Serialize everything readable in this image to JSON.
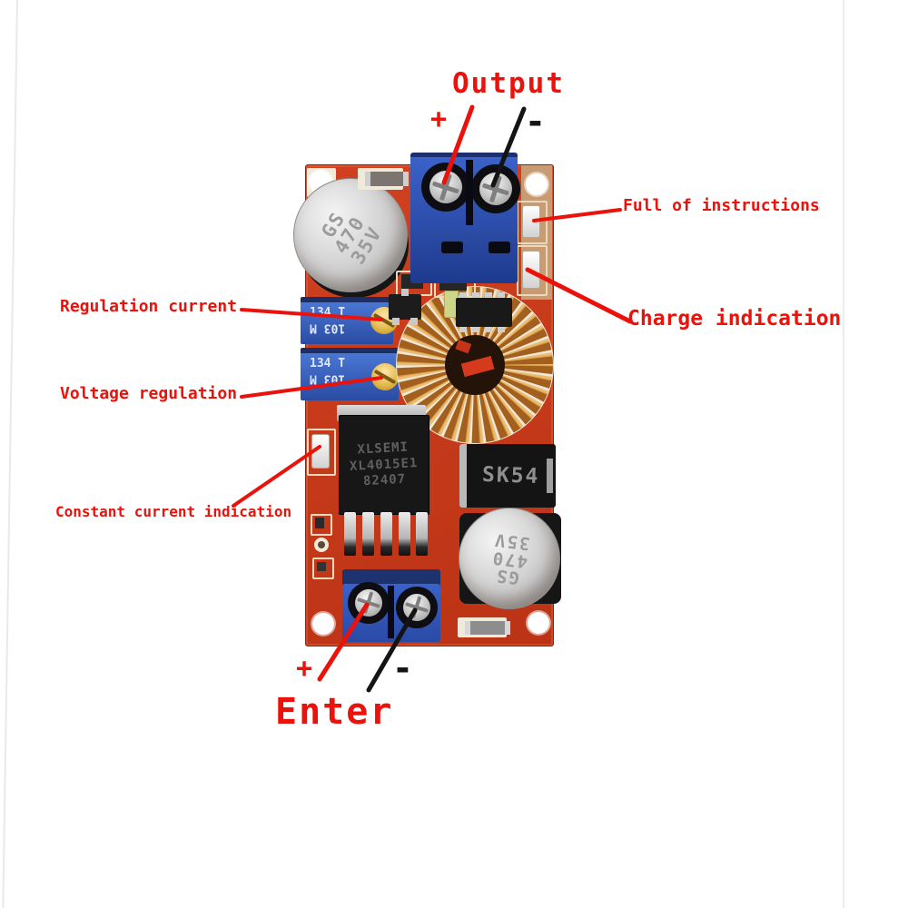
{
  "annotations": {
    "output_label": "Output",
    "output_plus": "+",
    "output_minus": "-",
    "full_of_instructions": "Full of instructions",
    "charge_indication": "Charge indication",
    "regulation_current": "Regulation current",
    "voltage_regulation": "Voltage regulation",
    "constant_current_indication": "Constant current indication",
    "enter_label": "Enter",
    "enter_plus": "+",
    "enter_minus": "-"
  },
  "board_text": {
    "cap_top": {
      "l1": "GS",
      "l2": "470",
      "l3": "35V"
    },
    "cap_bottom": {
      "l1": "GS",
      "l2": "470",
      "l3": "35V"
    },
    "trimpot_current": {
      "r1": "134 T",
      "r2": "103 M"
    },
    "trimpot_voltage": {
      "r1": "134 T",
      "r2": "103 M"
    },
    "main_ic": {
      "l1": "XLSEMI",
      "l2": "XL4015E1",
      "l3": "82407"
    },
    "diode": "SK54"
  },
  "colors": {
    "annotation_red": "#ea120b",
    "annotation_black": "#141414",
    "pcb_red": "#c63a1b",
    "terminal_blue": "#2d52b0",
    "copper_coil": "#a35f1d",
    "capacitor_silver": "#d2d2d2"
  }
}
